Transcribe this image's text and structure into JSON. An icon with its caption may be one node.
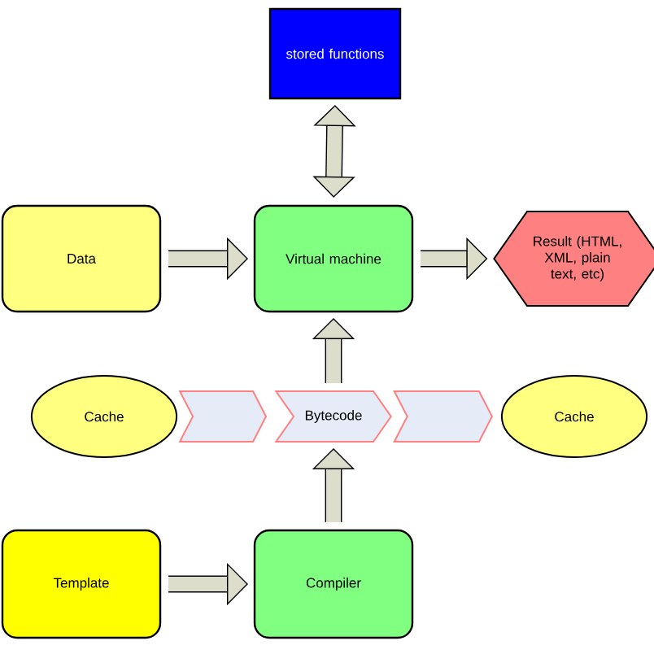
{
  "diagram": {
    "nodes": [
      {
        "text": [
          "stored functions"
        ]
      },
      {
        "text": [
          "Data"
        ]
      },
      {
        "text": [
          "Virtual machine"
        ]
      },
      {
        "text": [
          "Result (HTML, XML, plain text, etc)"
        ]
      },
      {
        "text": [
          "Cache"
        ]
      },
      {
        "text": [
          "Bytecode"
        ]
      },
      {
        "text": [
          "Cache"
        ]
      },
      {
        "text": [
          "Template"
        ]
      },
      {
        "text": [
          "Compiler"
        ]
      }
    ],
    "edges": [
      {
        "from": 2,
        "to": 0,
        "arrow": "both"
      },
      {
        "from": 1,
        "to": 2,
        "arrow": "to"
      },
      {
        "from": 2,
        "to": 3,
        "arrow": "to"
      },
      {
        "from": 5,
        "to": 2,
        "arrow": "to"
      },
      {
        "from": 8,
        "to": 5,
        "arrow": "to"
      },
      {
        "from": 7,
        "to": 8,
        "arrow": "to"
      },
      {
        "from": 4,
        "to": 5,
        "arrow": "to"
      },
      {
        "from": 5,
        "to": 6,
        "arrow": "to"
      }
    ]
  }
}
